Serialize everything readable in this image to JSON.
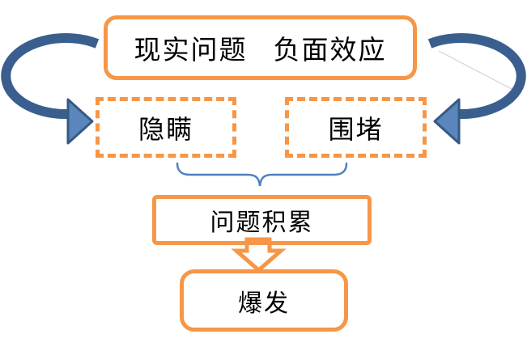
{
  "diagram": {
    "background_color": "#ffffff",
    "colors": {
      "box_border_orange": "#F79646",
      "curved_arrow_body_blue": "#3A5F8E",
      "curved_arrow_head_blue": "#5B86BC",
      "brace_blue": "#4F81BD",
      "text": "#000000"
    },
    "top_box": {
      "labels": [
        "现实问题",
        "负面效应"
      ]
    },
    "left_dashed_box": {
      "label": "隐瞒"
    },
    "right_dashed_box": {
      "label": "围堵"
    },
    "accumulate_box": {
      "label": "问题积累"
    },
    "burst_box": {
      "label": "爆发"
    },
    "connectors": {
      "left_arrow": "curved-arrow-looping-left-into-conceal-box",
      "right_arrow": "curved-arrow-looping-right-into-contain-box",
      "brace": "horizontal-curly-brace-joining-dashed-boxes",
      "down_arrow": "hollow-block-arrow-down-to-burst-box"
    }
  }
}
